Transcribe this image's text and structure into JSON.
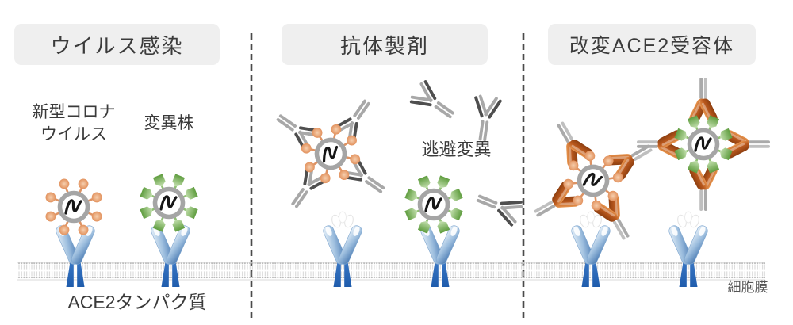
{
  "figure": {
    "panels": [
      {
        "title": "ウイルス感染"
      },
      {
        "title": "抗体製剤"
      },
      {
        "title": "改変ACE2受容体"
      }
    ],
    "labels": {
      "novel_corona_line1": "新型コロナ",
      "novel_corona_line2": "ウイルス",
      "variant": "変異株",
      "escape_mutation": "逃避変異",
      "ace2_protein": "ACE2タンパク質",
      "cell_membrane": "細胞膜"
    },
    "icons": {
      "coronavirus": "orange-spike-virus-icon",
      "variant_virus": "green-spike-virus-icon",
      "ace2_receptor": "blue-y-receptor-icon",
      "antibody": "gray-y-antibody-icon",
      "modified_ace2_drug": "brown-arm-antibody-like-icon",
      "cell_membrane": "lipid-bilayer-band-icon"
    },
    "colors": {
      "header_bg": "#efefef",
      "header_text": "#3b3b3b",
      "text": "#3a3a3a",
      "divider": "#4a4a4a",
      "membrane_gray": "#c3c3c3",
      "virus_ring": "#a5a5a5",
      "virus_rna": "#161616",
      "spike_orange": "#e59b6e",
      "spike_orange_stem": "#dd9364",
      "spike_green_dark": "#5f9d3f",
      "spike_green_light": "#c6e1b1",
      "spike_green_stem": "#8fbf72",
      "ace2_light": "#e9f2fa",
      "ace2_blue": "#4677b0",
      "ace2_tm_blue": "#2b6cb8",
      "antibody_dark": "#4f4f4f",
      "antibody_light": "#a8a8a8",
      "drug_brown": "#bc5a1e",
      "drug_stem": "#aaaaaa"
    }
  }
}
